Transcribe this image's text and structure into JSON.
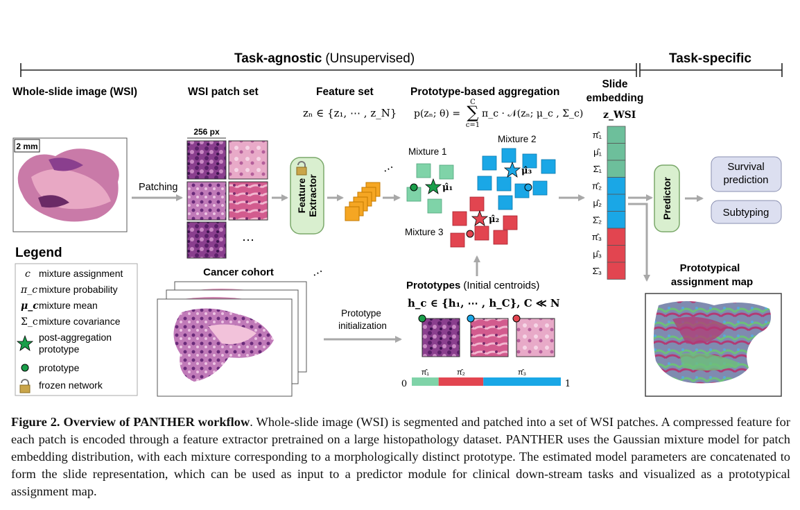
{
  "header": {
    "task_agnostic_bold": "Task-agnostic",
    "task_agnostic_rest": "(Unsupervised)",
    "task_specific": "Task-specific"
  },
  "columns": {
    "wsi": "Whole-slide image (WSI)",
    "patch_set": "WSI patch set",
    "feature_set": "Feature set",
    "aggregation": "Prototype-based aggregation",
    "slide_line1": "Slide",
    "slide_line2": "embedding"
  },
  "formulas": {
    "feature_set": "zₙ ∈ {z₁, ⋯ , z_N}",
    "gmm_lhs": "p(zₙ; θ) =",
    "gmm_sum": "∑",
    "gmm_top": "C",
    "gmm_bottom": "c=1",
    "gmm_rhs": "π_c · 𝒩(zₙ; μ_c , Σ_c)",
    "z_wsi": "z_WSI",
    "prototypes_formula": "h_c ∈ {h₁, ⋯ , h_C},  C ≪ N"
  },
  "labels": {
    "scale": "2 mm",
    "patch_size": "256 px",
    "patching": "Patching",
    "feature_extractor_1": "Feature",
    "feature_extractor_2": "Extractor",
    "mixture1": "Mixture 1",
    "mixture2": "Mixture 2",
    "mixture3": "Mixture 3",
    "mu1": "μ̂₁",
    "mu2": "μ̂₂",
    "mu3": "μ̂₃",
    "predictor": "Predictor",
    "survival_1": "Survival",
    "survival_2": "prediction",
    "subtyping": "Subtyping",
    "proto_map_1": "Prototypical",
    "proto_map_2": "assignment map",
    "cancer_cohort": "Cancer cohort",
    "proto_init_1": "Prototype",
    "proto_init_2": "initialization",
    "prototypes_bold": "Prototypes",
    "prototypes_rest": "(Initial centroids)",
    "bar_zero": "0",
    "bar_one": "1",
    "bar_pi1": "π̂₁",
    "bar_pi2": "π̂₂",
    "bar_pi3": "π̂₃",
    "dots": "⋯"
  },
  "embedding": [
    {
      "label": "π̂₁",
      "color": "#6dbf9b"
    },
    {
      "label": "μ̂₁",
      "color": "#6dbf9b"
    },
    {
      "label": "Σ̂₁",
      "color": "#6dbf9b"
    },
    {
      "label": "π̂₂",
      "color": "#1aa7e6"
    },
    {
      "label": "μ̂₂",
      "color": "#1aa7e6"
    },
    {
      "label": "Σ̂₂",
      "color": "#1aa7e6"
    },
    {
      "label": "π̂₃",
      "color": "#e24550"
    },
    {
      "label": "μ̂₃",
      "color": "#e24550"
    },
    {
      "label": "Σ̂₃",
      "color": "#e24550"
    }
  ],
  "legend": {
    "title": "Legend",
    "items": [
      {
        "symbol": "c",
        "text": "mixture assignment"
      },
      {
        "symbol": "π_c",
        "text": "mixture probability"
      },
      {
        "symbol": "μ_c",
        "text": "mixture mean"
      },
      {
        "symbol": "Σ_c",
        "text": "mixture covariance"
      },
      {
        "symbol": "star-icon",
        "text": "post-aggregation"
      },
      {
        "symbol": "",
        "text": "prototype"
      },
      {
        "symbol": "dot-icon",
        "text": "prototype"
      },
      {
        "symbol": "lock-icon",
        "text": "frozen network"
      }
    ]
  },
  "colors": {
    "mixture1": "#7fd3a8",
    "mixture2": "#1aa7e6",
    "mixture3": "#e24550",
    "feature_block": "#f5a623",
    "extractor_fill": "#d9efcf",
    "task_box_fill": "#dcdff0",
    "arrow": "#a8a8a8"
  },
  "bar": [
    {
      "label": "π̂₁",
      "fraction": 0.18,
      "color": "#7fd3a8"
    },
    {
      "label": "π̂₂",
      "fraction": 0.3,
      "color": "#e24550"
    },
    {
      "label": "π̂₃",
      "fraction": 0.52,
      "color": "#1aa7e6"
    }
  ],
  "caption": {
    "fig": "Figure 2.",
    "title": "Overview of PANTHER workflow",
    "body": ". Whole-slide image (WSI) is segmented and patched into a set of WSI patches. A compressed feature for each patch is encoded through a feature extractor pretrained on a large histopathology dataset. PANTHER uses the Gaussian mixture model for patch embedding distribution, with each mixture corresponding to a morphologically distinct prototype. The estimated model parameters are concatenated to form the slide representation, which can be used as input to a predictor module for clinical down-stream tasks and visualized as a prototypical assignment map."
  }
}
